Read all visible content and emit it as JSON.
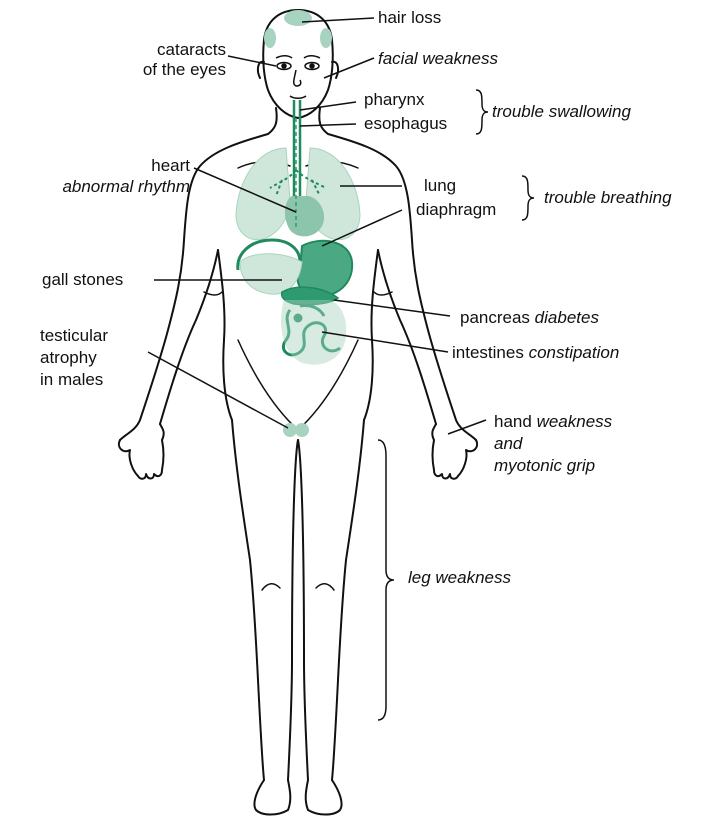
{
  "labels": {
    "hair_loss": "hair loss",
    "cataracts_1": "cataracts",
    "cataracts_2": "of the eyes",
    "facial_weakness": "facial weakness",
    "pharynx": "pharynx",
    "esophagus": "esophagus",
    "trouble_swallowing": "trouble swallowing",
    "heart": "heart",
    "abnormal_rhythm": "abnormal rhythm",
    "lung": "lung",
    "diaphragm": "diaphragm",
    "trouble_breathing": "trouble breathing",
    "gall_stones": "gall stones",
    "pancreas": "pancreas",
    "diabetes": "diabetes",
    "intestines": "intestines",
    "constipation": "constipation",
    "testicular_1": "testicular",
    "testicular_2": "atrophy",
    "testicular_3": "in males",
    "hand": "hand",
    "hand_weakness": "weakness",
    "hand_and": "and",
    "myotonic_grip": "myotonic grip",
    "leg_weakness": "leg weakness"
  },
  "colors": {
    "outline": "#111111",
    "organ_fill": "#a9d3c1",
    "organ_dark": "#2e9a70",
    "organ_stroke": "#1f8a5e",
    "lung_fill": "#cfe6da"
  }
}
